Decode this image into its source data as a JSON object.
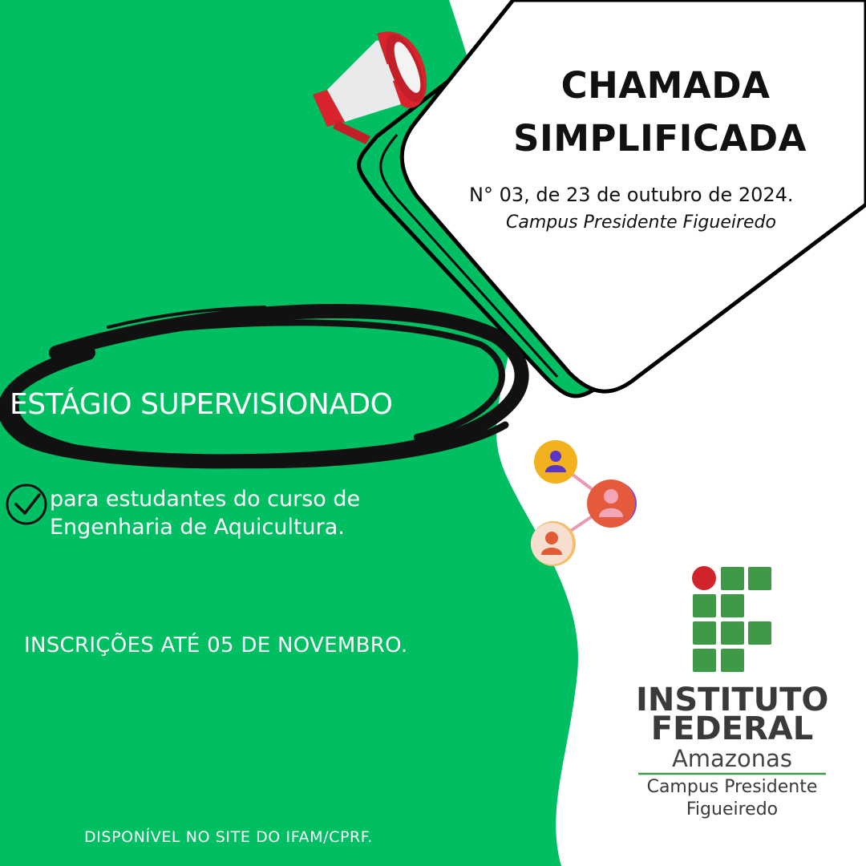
{
  "colors": {
    "green": "#00bf63",
    "white": "#ffffff",
    "black": "#000000",
    "if_green": "#3e9a46",
    "if_red": "#d1232a",
    "megaphone_red": "#d9232d"
  },
  "announcement": {
    "title_line1": "CHAMADA",
    "title_line2": "SIMPLIFICADA",
    "number": "N° 03, de 23 de outubro de 2024.",
    "campus": "Campus Presidente Figueiredo"
  },
  "headline": "ESTÁGIO SUPERVISIONADO",
  "audience": {
    "line1": "para estudantes do curso de",
    "line2": "Engenharia de Aquicultura."
  },
  "deadline": "INSCRIÇÕES ATÉ 05 DE NOVEMBRO.",
  "footer": "DISPONÍVEL NO SITE DO IFAM/CPRF.",
  "logo": {
    "line1": "INSTITUTO",
    "line2": "FEDERAL",
    "line3": "Amazonas",
    "campus_line1": "Campus Presidente",
    "campus_line2": "Figueiredo"
  },
  "icons": [
    "megaphone-icon",
    "check-circle-icon",
    "people-network-icon",
    "if-logo-grid-icon"
  ]
}
